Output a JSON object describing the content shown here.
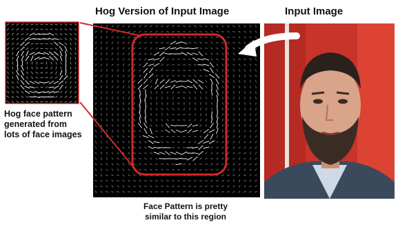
{
  "titles": {
    "hog": "Hog Version of Input Image",
    "input": "Input Image"
  },
  "labels": {
    "face_pattern_lines": [
      "Hog face pattern",
      "generated from",
      "lots of face images"
    ],
    "caption_lines": [
      "Face Pattern is pretty",
      "similar to this region"
    ]
  },
  "colors": {
    "highlight": "#d62828",
    "background_photo": "#d33a2c",
    "hog_bg": "#000000",
    "arrow": "#ffffff"
  },
  "icons": {
    "arrow": "curved-arrow-icon"
  }
}
